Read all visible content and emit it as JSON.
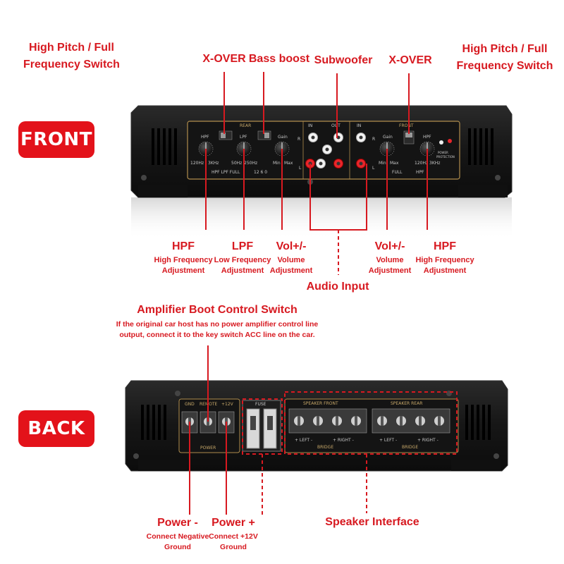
{
  "colors": {
    "accent": "#d71920",
    "badge": "#e3121a",
    "panel": "#1b1b1b",
    "gold": "#c8a96a"
  },
  "front": {
    "badge": "FRONT",
    "top_labels": {
      "left_switch": [
        "High Pitch / Full",
        "Frequency Switch"
      ],
      "xover_left": "X-OVER",
      "bass_boost": "Bass boost",
      "subwoofer": "Subwoofer",
      "xover_right": "X-OVER",
      "right_switch": [
        "High Pitch / Full",
        "Frequency Switch"
      ]
    },
    "bottom_labels": {
      "hpf_left": {
        "title": "HPF",
        "desc": [
          "High Frequency",
          "Adjustment"
        ]
      },
      "lpf": {
        "title": "LPF",
        "desc": [
          "Low Frequency",
          "Adjustment"
        ]
      },
      "vol_left": {
        "title": "Vol+/-",
        "desc": [
          "Volume",
          "Adjustment"
        ]
      },
      "audio_input": "Audio Input",
      "vol_right": {
        "title": "Vol+/-",
        "desc": [
          "Volume",
          "Adjustment"
        ]
      },
      "hpf_right": {
        "title": "HPF",
        "desc": [
          "High Frequency",
          "Adjustment"
        ]
      }
    },
    "panel": {
      "rear": "REAR",
      "front": "FRONT",
      "in": "IN",
      "out": "OUT",
      "in2": "IN",
      "hpf": "HPF",
      "lpf": "LPF",
      "gain": "Gain",
      "gain2": "Gain",
      "hpf2": "HPF",
      "hz_120": "120Hz",
      "khz_3": "3KHz",
      "hz_50": "50Hz",
      "hz_250": "250Hz",
      "min": "Min",
      "max": "Max",
      "full_row": "HPF LPF FULL",
      "boost_row": "12  6  0",
      "r": "R",
      "l": "L",
      "r2": "R",
      "l2": "L",
      "full": "FULL",
      "hpf_small": "HPF",
      "min2": "Min",
      "max2": "Max",
      "hz_120b": "120Hz",
      "khz_3b": "3KHz",
      "power": "POWER",
      "protection": "PROTECTION"
    }
  },
  "back": {
    "badge": "BACK",
    "boot_switch": {
      "title": "Amplifier Boot Control Switch",
      "desc": [
        "If the original car host has no power amplifier control line",
        "output, connect it to the key switch ACC line on the car."
      ]
    },
    "bottom_labels": {
      "power_minus": {
        "title": "Power -",
        "desc": [
          "Connect Negative",
          "Ground"
        ]
      },
      "power_plus": {
        "title": "Power +",
        "desc": [
          "Connect +12V",
          "Ground"
        ]
      },
      "speaker": "Speaker Interface"
    },
    "panel": {
      "gnd": "GND",
      "remote": "REMOTE",
      "v12": "+12V",
      "power": "POWER",
      "fuse": "FUSE",
      "speaker_front": "SPEAKER  FRONT",
      "speaker_rear": "SPEAKER  REAR",
      "left": "+ LEFT -",
      "right": "+ RIGHT -",
      "bridge": "BRIDGE",
      "left2": "+ LEFT -",
      "right2": "+ RIGHT -",
      "bridge2": "BRIDGE"
    }
  }
}
